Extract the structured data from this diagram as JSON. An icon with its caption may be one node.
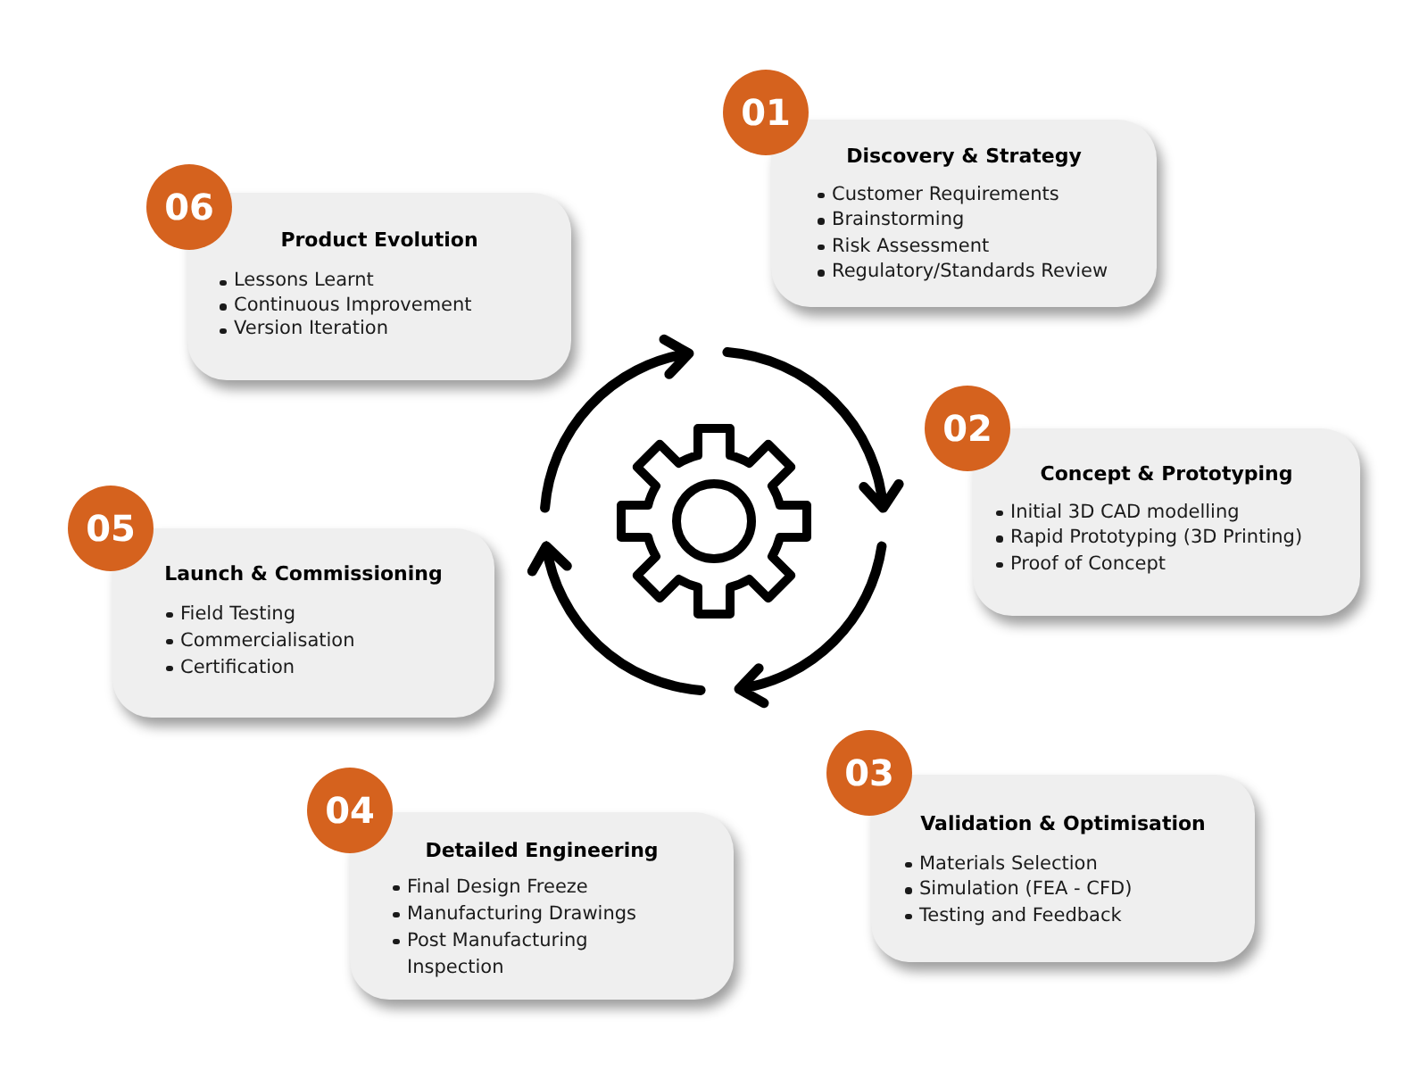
{
  "diagram": {
    "nodes": [
      {
        "text": [
          "01",
          "Discovery & Strategy",
          "Customer Requirements",
          "Brainstorming",
          "Risk Assessment",
          "Regulatory/Standards Review"
        ]
      },
      {
        "text": [
          "02",
          "Concept & Prototyping",
          "Initial 3D CAD modelling",
          "Rapid Prototyping (3D Printing)",
          "Proof of Concept"
        ]
      },
      {
        "text": [
          "03",
          "Validation & Optimisation",
          "Materials Selection",
          "Simulation (FEA - CFD)",
          "Testing and Feedback"
        ]
      },
      {
        "text": [
          "04",
          "Detailed Engineering",
          "Final Design Freeze",
          "Manufacturing Drawings",
          "Post Manufacturing Inspection"
        ]
      },
      {
        "text": [
          "05",
          "Launch & Commissioning",
          "Field Testing",
          "Commercialisation",
          "Certification"
        ]
      },
      {
        "text": [
          "06",
          "Product Evolution",
          "Lessons Learnt",
          "Continuous Improvement",
          "Version Iteration"
        ]
      }
    ]
  }
}
